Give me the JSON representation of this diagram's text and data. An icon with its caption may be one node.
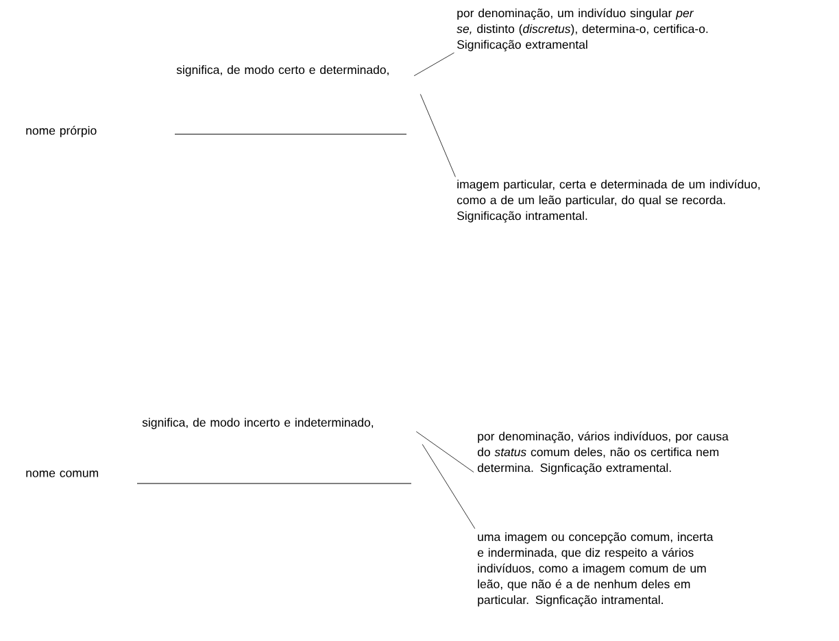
{
  "diagram": {
    "nodes": [
      {
        "text": [
          "nome prórpio"
        ]
      },
      {
        "text": [
          "significa, de modo certo e determinado,"
        ]
      },
      {
        "text": [
          "por denominação, um indivíduo singular *per se,* distinto (*discretus*), determina-o, certifica-o. Significação extramental"
        ]
      },
      {
        "text": [
          "imagem particular, certa e determinada de um indivíduo, como a de um leão particular, do qual se recorda. Significação intramental."
        ]
      },
      {
        "text": [
          "nome comum"
        ]
      },
      {
        "text": [
          "significa, de modo incerto e indeterminado,"
        ]
      },
      {
        "text": [
          "por denominação, vários indivíduos, por causa do *status* comum deles, não os certifica nem determina. Signficação extramental."
        ]
      },
      {
        "text": [
          "uma imagem ou concepção comum, incerta e inderminada, que diz respeito a vários indivíduos, como a imagem comum de um leão, que não é a de nenhum deles em particular. Signficação intramental."
        ]
      }
    ],
    "edges": [
      {
        "from": 1,
        "to": 2,
        "arrow": "none"
      },
      {
        "from": 1,
        "to": 3,
        "arrow": "none"
      },
      {
        "from": 5,
        "to": 6,
        "arrow": "none"
      },
      {
        "from": 5,
        "to": 7,
        "arrow": "none"
      }
    ]
  }
}
